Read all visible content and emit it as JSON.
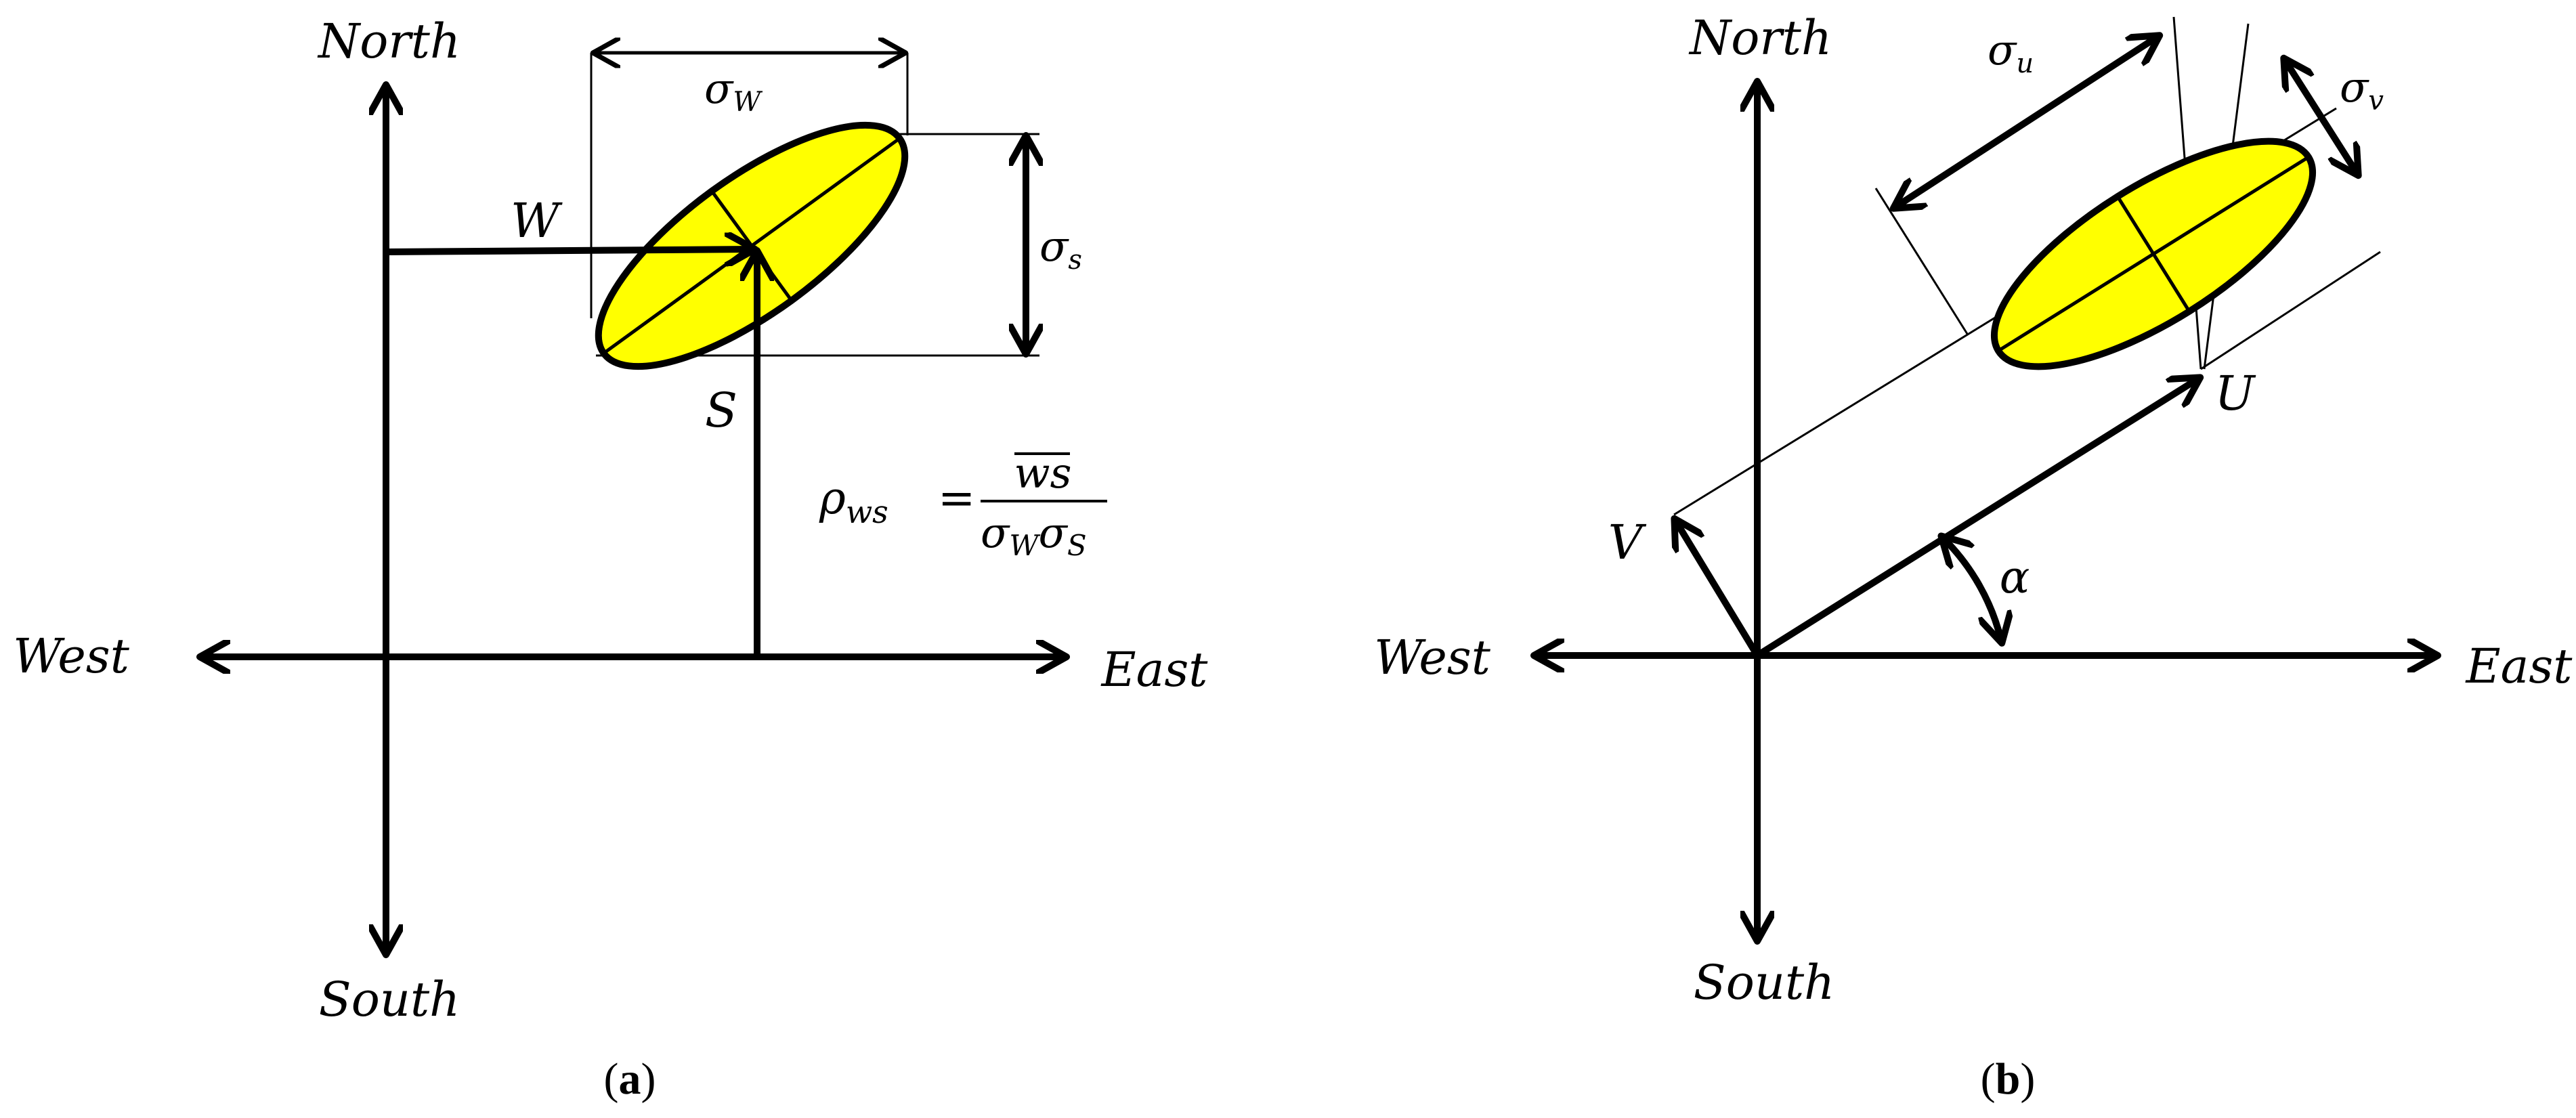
{
  "panel_a": {
    "north": "North",
    "south": "South",
    "west": "West",
    "east": "East",
    "w_label": "W",
    "s_label": "S",
    "sigma_w": "σ",
    "sigma_w_sub": "W",
    "sigma_s": "σ",
    "sigma_s_sub": "s",
    "rho": "ρ",
    "rho_sub": "ws",
    "equals": "=",
    "numerator": "ws",
    "den_sigma1": "σ",
    "den_sub1": "W",
    "den_sigma2": "σ",
    "den_sub2": "S",
    "caption_open": "(",
    "caption_letter": "a",
    "caption_close": ")"
  },
  "panel_b": {
    "north": "North",
    "south": "South",
    "west": "West",
    "east": "East",
    "u_label": "U",
    "v_label": "V",
    "alpha": "α",
    "sigma_u": "σ",
    "sigma_u_sub": "u",
    "sigma_v": "σ",
    "sigma_v_sub": "v",
    "caption_open": "(",
    "caption_letter": "b",
    "caption_close": ")"
  },
  "colors": {
    "ellipse_fill": "#ffff00",
    "stroke": "#000000"
  }
}
